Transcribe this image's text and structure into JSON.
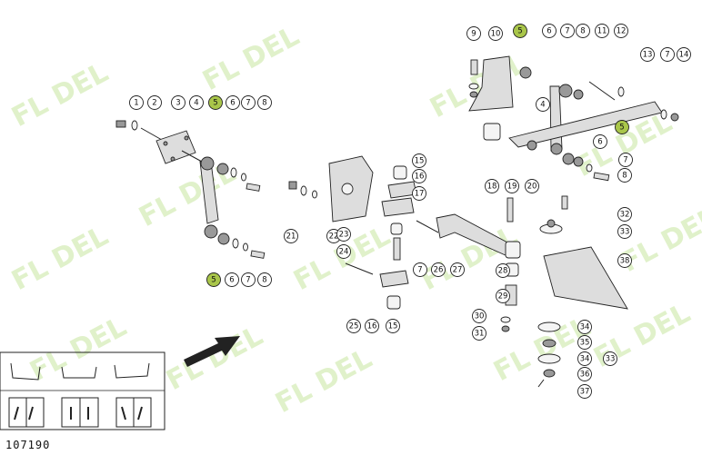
{
  "drawing_code": "107190",
  "watermark": "FL DEL",
  "colors": {
    "highlight": "#a9c64a",
    "watermark": "#c8e6a0"
  },
  "callouts": [
    {
      "n": "1"
    },
    {
      "n": "2"
    },
    {
      "n": "3"
    },
    {
      "n": "4"
    },
    {
      "n": "5",
      "hl": true
    },
    {
      "n": "6"
    },
    {
      "n": "7"
    },
    {
      "n": "8"
    },
    {
      "n": "5",
      "hl": true
    },
    {
      "n": "6"
    },
    {
      "n": "7"
    },
    {
      "n": "8"
    },
    {
      "n": "9"
    },
    {
      "n": "10"
    },
    {
      "n": "5",
      "hl": true
    },
    {
      "n": "6"
    },
    {
      "n": "7"
    },
    {
      "n": "8"
    },
    {
      "n": "11"
    },
    {
      "n": "12"
    },
    {
      "n": "13"
    },
    {
      "n": "7"
    },
    {
      "n": "14"
    },
    {
      "n": "4"
    },
    {
      "n": "5",
      "hl": true
    },
    {
      "n": "6"
    },
    {
      "n": "7"
    },
    {
      "n": "8"
    },
    {
      "n": "18"
    },
    {
      "n": "19"
    },
    {
      "n": "20"
    },
    {
      "n": "15"
    },
    {
      "n": "16"
    },
    {
      "n": "17"
    },
    {
      "n": "21"
    },
    {
      "n": "22"
    },
    {
      "n": "23"
    },
    {
      "n": "24"
    },
    {
      "n": "7"
    },
    {
      "n": "26"
    },
    {
      "n": "27"
    },
    {
      "n": "28"
    },
    {
      "n": "29"
    },
    {
      "n": "25"
    },
    {
      "n": "16"
    },
    {
      "n": "15"
    },
    {
      "n": "30"
    },
    {
      "n": "31"
    },
    {
      "n": "32"
    },
    {
      "n": "33"
    },
    {
      "n": "38"
    },
    {
      "n": "34"
    },
    {
      "n": "35"
    },
    {
      "n": "34"
    },
    {
      "n": "36"
    },
    {
      "n": "37"
    },
    {
      "n": "33"
    }
  ]
}
